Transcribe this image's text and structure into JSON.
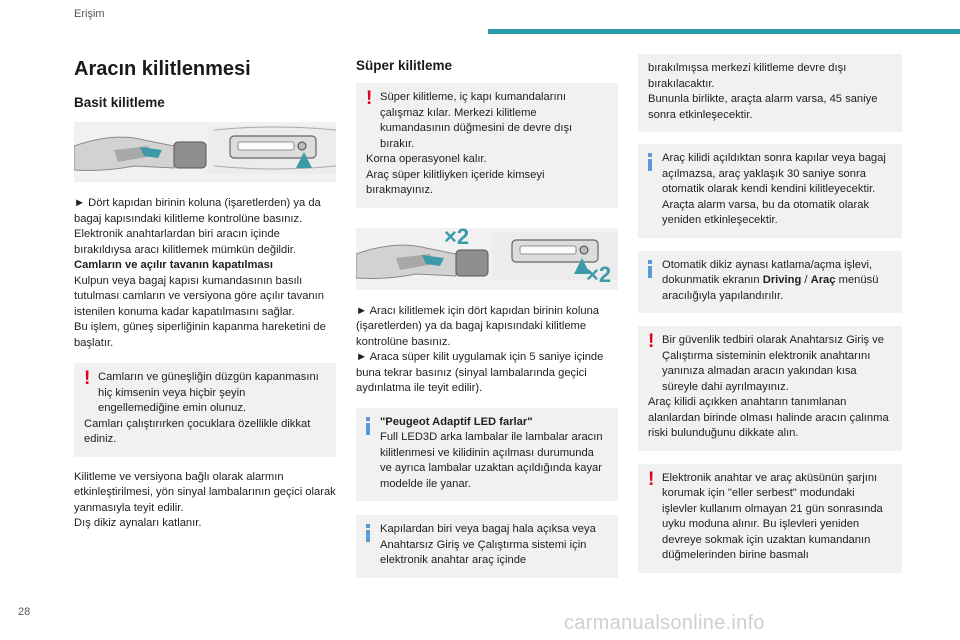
{
  "header": {
    "section": "Erişim",
    "accent_color": "#2a9aa6"
  },
  "page_number": "28",
  "watermark": "carmanualsonline.info",
  "col1": {
    "title": "Aracın kilitlenmesi",
    "subtitle": "Basit kilitleme",
    "p1": "► Dört kapıdan birinin koluna (işaretlerden) ya da bagaj kapısındaki kilitleme kontrolüne basınız.",
    "p2": "Elektronik anahtarlardan biri aracın içinde bırakıldıysa aracı kilitlemek mümkün değildir.",
    "p3_bold": "Camların ve açılır tavanın kapatılması",
    "p4": "Kulpun veya bagaj kapısı kumandasının basılı tutulması camların ve versiyona göre açılır tavanın istenilen konuma kadar kapatılmasını sağlar.",
    "p5": "Bu işlem, güneş siperliğinin kapanma hareketini de başlatır.",
    "warn": "Camların ve güneşliğin düzgün kapanmasını hiç kimsenin veya hiçbir şeyin engellemediğine emin olunuz.",
    "warn2": "Camları çalıştırırken çocuklara özellikle dikkat ediniz.",
    "p6": "Kilitleme ve versiyona bağlı olarak alarmın etkinleştirilmesi, yön sinyal lambalarının geçici olarak yanmasıyla teyit edilir.",
    "p7": "Dış dikiz aynaları katlanır."
  },
  "col2": {
    "title": "Süper kilitleme",
    "warn": "Süper kilitleme, iç kapı kumandalarını çalışmaz kılar. Merkezi kilitleme kumandasının düğmesini de devre dışı bırakır.",
    "warn2": "Korna operasyonel kalır.",
    "warn3": "Araç süper kilitliyken içeride kimseyi bırakmayınız.",
    "x2_a": "×2",
    "x2_b": "×2",
    "p1": "► Aracı kilitlemek için dört kapıdan birinin koluna (işaretlerden) ya da bagaj kapısındaki kilitleme kontrolüne basınız.",
    "p2": "► Araca süper kilit uygulamak için 5 saniye içinde buna tekrar basınız (sinyal lambalarında geçici aydınlatma ile teyit edilir).",
    "info1_bold": "\"Peugeot Adaptif LED farlar\"",
    "info1": "Full LED3D arka lambalar ile lambalar aracın kilitlenmesi ve kilidinin açılması durumunda ve ayrıca lambalar uzaktan açıldığında kayar modelde ile yanar.",
    "info2": "Kapılardan biri veya bagaj hala açıksa veya Anahtarsız Giriş ve Çalıştırma sistemi için elektronik anahtar araç içinde"
  },
  "col3": {
    "cont1": "bırakılmışsa merkezi kilitleme devre dışı bırakılacaktır.",
    "cont2": "Bununla birlikte, araçta alarm varsa, 45 saniye sonra etkinleşecektir.",
    "info1": "Araç kilidi açıldıktan sonra kapılar veya bagaj açılmazsa, araç yaklaşık 30 saniye sonra otomatik olarak kendi kendini kilitleyecektir. Araçta alarm varsa, bu da otomatik olarak yeniden etkinleşecektir.",
    "info2_a": "Otomatik dikiz aynası katlama/açma işlevi, dokunmatik ekranın ",
    "info2_b1": "Driving",
    "info2_sep": " / ",
    "info2_b2": "Araç",
    "info2_c": " menüsü aracılığıyla yapılandırılır.",
    "warn1": "Bir güvenlik tedbiri olarak Anahtarsız Giriş ve Çalıştırma sisteminin elektronik anahtarını yanınıza almadan aracın yakından kısa süreyle dahi ayrılmayınız.",
    "warn1b": "Araç kilidi açıkken anahtarın tanımlanan alanlardan birinde olması halinde aracın çalınma riski bulunduğunu dikkate alın.",
    "warn2": "Elektronik anahtar ve araç aküsünün şarjını korumak için \"eller serbest\" modundaki işlevler kullanım olmayan 21 gün sonrasında uyku moduna alınır. Bu işlevleri yeniden devreye sokmak için uzaktan kumandanın düğmelerinden birine basmalı"
  }
}
